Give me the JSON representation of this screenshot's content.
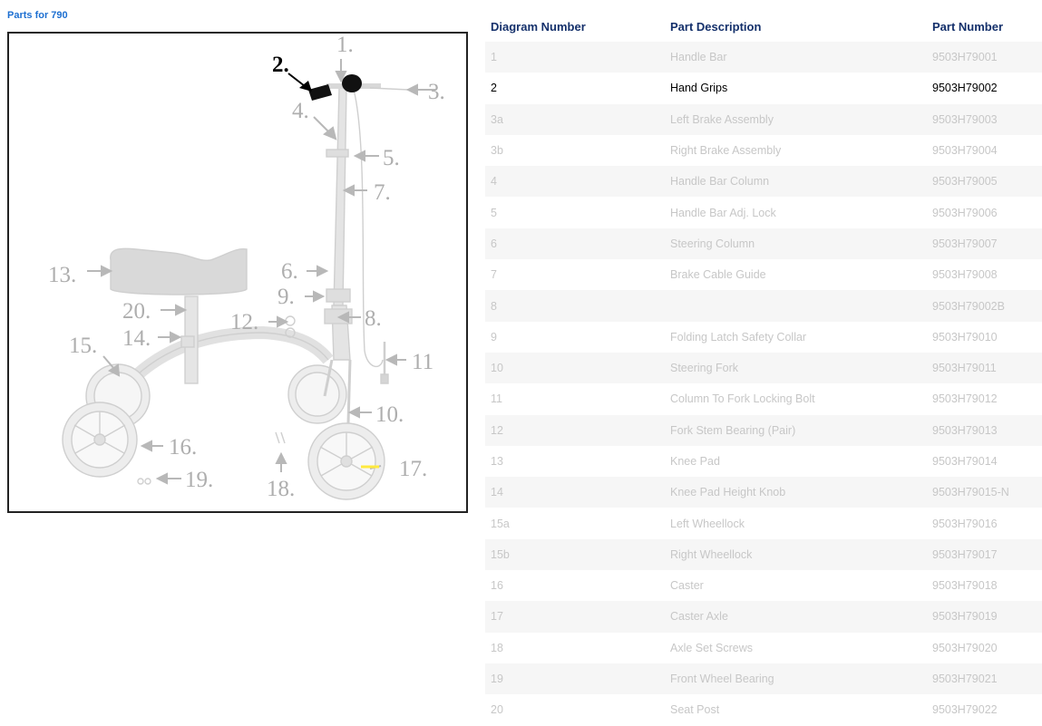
{
  "page": {
    "title": "Parts for 790"
  },
  "diagram": {
    "labels": {
      "l1": "1.",
      "l2": "2.",
      "l3": "3.",
      "l4": "4.",
      "l5": "5.",
      "l6": "6.",
      "l7": "7.",
      "l8": "8.",
      "l9": "9.",
      "l10": "10.",
      "l11": "11",
      "l12": "12.",
      "l13": "13.",
      "l14": "14.",
      "l15": "15.",
      "l16": "16.",
      "l17": "17.",
      "l18": "18.",
      "l19": "19.",
      "l20": "20."
    },
    "highlighted_part": "2"
  },
  "table": {
    "headers": {
      "diagram_number": "Diagram Number",
      "part_description": "Part Description",
      "part_number": "Part Number"
    },
    "rows": [
      {
        "diagram": "1",
        "description": "Handle Bar",
        "part": "9503H79001",
        "active": false
      },
      {
        "diagram": "2",
        "description": "Hand Grips",
        "part": "9503H79002",
        "active": true
      },
      {
        "diagram": "3a",
        "description": "Left Brake Assembly",
        "part": "9503H79003",
        "active": false
      },
      {
        "diagram": "3b",
        "description": "Right Brake Assembly",
        "part": "9503H79004",
        "active": false
      },
      {
        "diagram": "4",
        "description": "Handle Bar Column",
        "part": "9503H79005",
        "active": false
      },
      {
        "diagram": "5",
        "description": "Handle Bar Adj. Lock",
        "part": "9503H79006",
        "active": false
      },
      {
        "diagram": "6",
        "description": "Steering Column",
        "part": "9503H79007",
        "active": false
      },
      {
        "diagram": "7",
        "description": "Brake Cable Guide",
        "part": "9503H79008",
        "active": false
      },
      {
        "diagram": "8",
        "description": "",
        "part": "9503H79002B",
        "active": false
      },
      {
        "diagram": "9",
        "description": "Folding Latch Safety Collar",
        "part": "9503H79010",
        "active": false
      },
      {
        "diagram": "10",
        "description": "Steering Fork",
        "part": "9503H79011",
        "active": false
      },
      {
        "diagram": "11",
        "description": "Column To Fork Locking Bolt",
        "part": "9503H79012",
        "active": false
      },
      {
        "diagram": "12",
        "description": "Fork Stem Bearing (Pair)",
        "part": "9503H79013",
        "active": false
      },
      {
        "diagram": "13",
        "description": "Knee Pad",
        "part": "9503H79014",
        "active": false
      },
      {
        "diagram": "14",
        "description": "Knee Pad Height Knob",
        "part": "9503H79015-N",
        "active": false
      },
      {
        "diagram": "15a",
        "description": "Left Wheellock",
        "part": "9503H79016",
        "active": false
      },
      {
        "diagram": "15b",
        "description": "Right Wheellock",
        "part": "9503H79017",
        "active": false
      },
      {
        "diagram": "16",
        "description": "Caster",
        "part": "9503H79018",
        "active": false
      },
      {
        "diagram": "17",
        "description": "Caster Axle",
        "part": "9503H79019",
        "active": false
      },
      {
        "diagram": "18",
        "description": "Axle Set Screws",
        "part": "9503H79020",
        "active": false
      },
      {
        "diagram": "19",
        "description": "Front Wheel Bearing",
        "part": "9503H79021",
        "active": false
      },
      {
        "diagram": "20",
        "description": "Seat Post",
        "part": "9503H79022",
        "active": false
      }
    ]
  }
}
